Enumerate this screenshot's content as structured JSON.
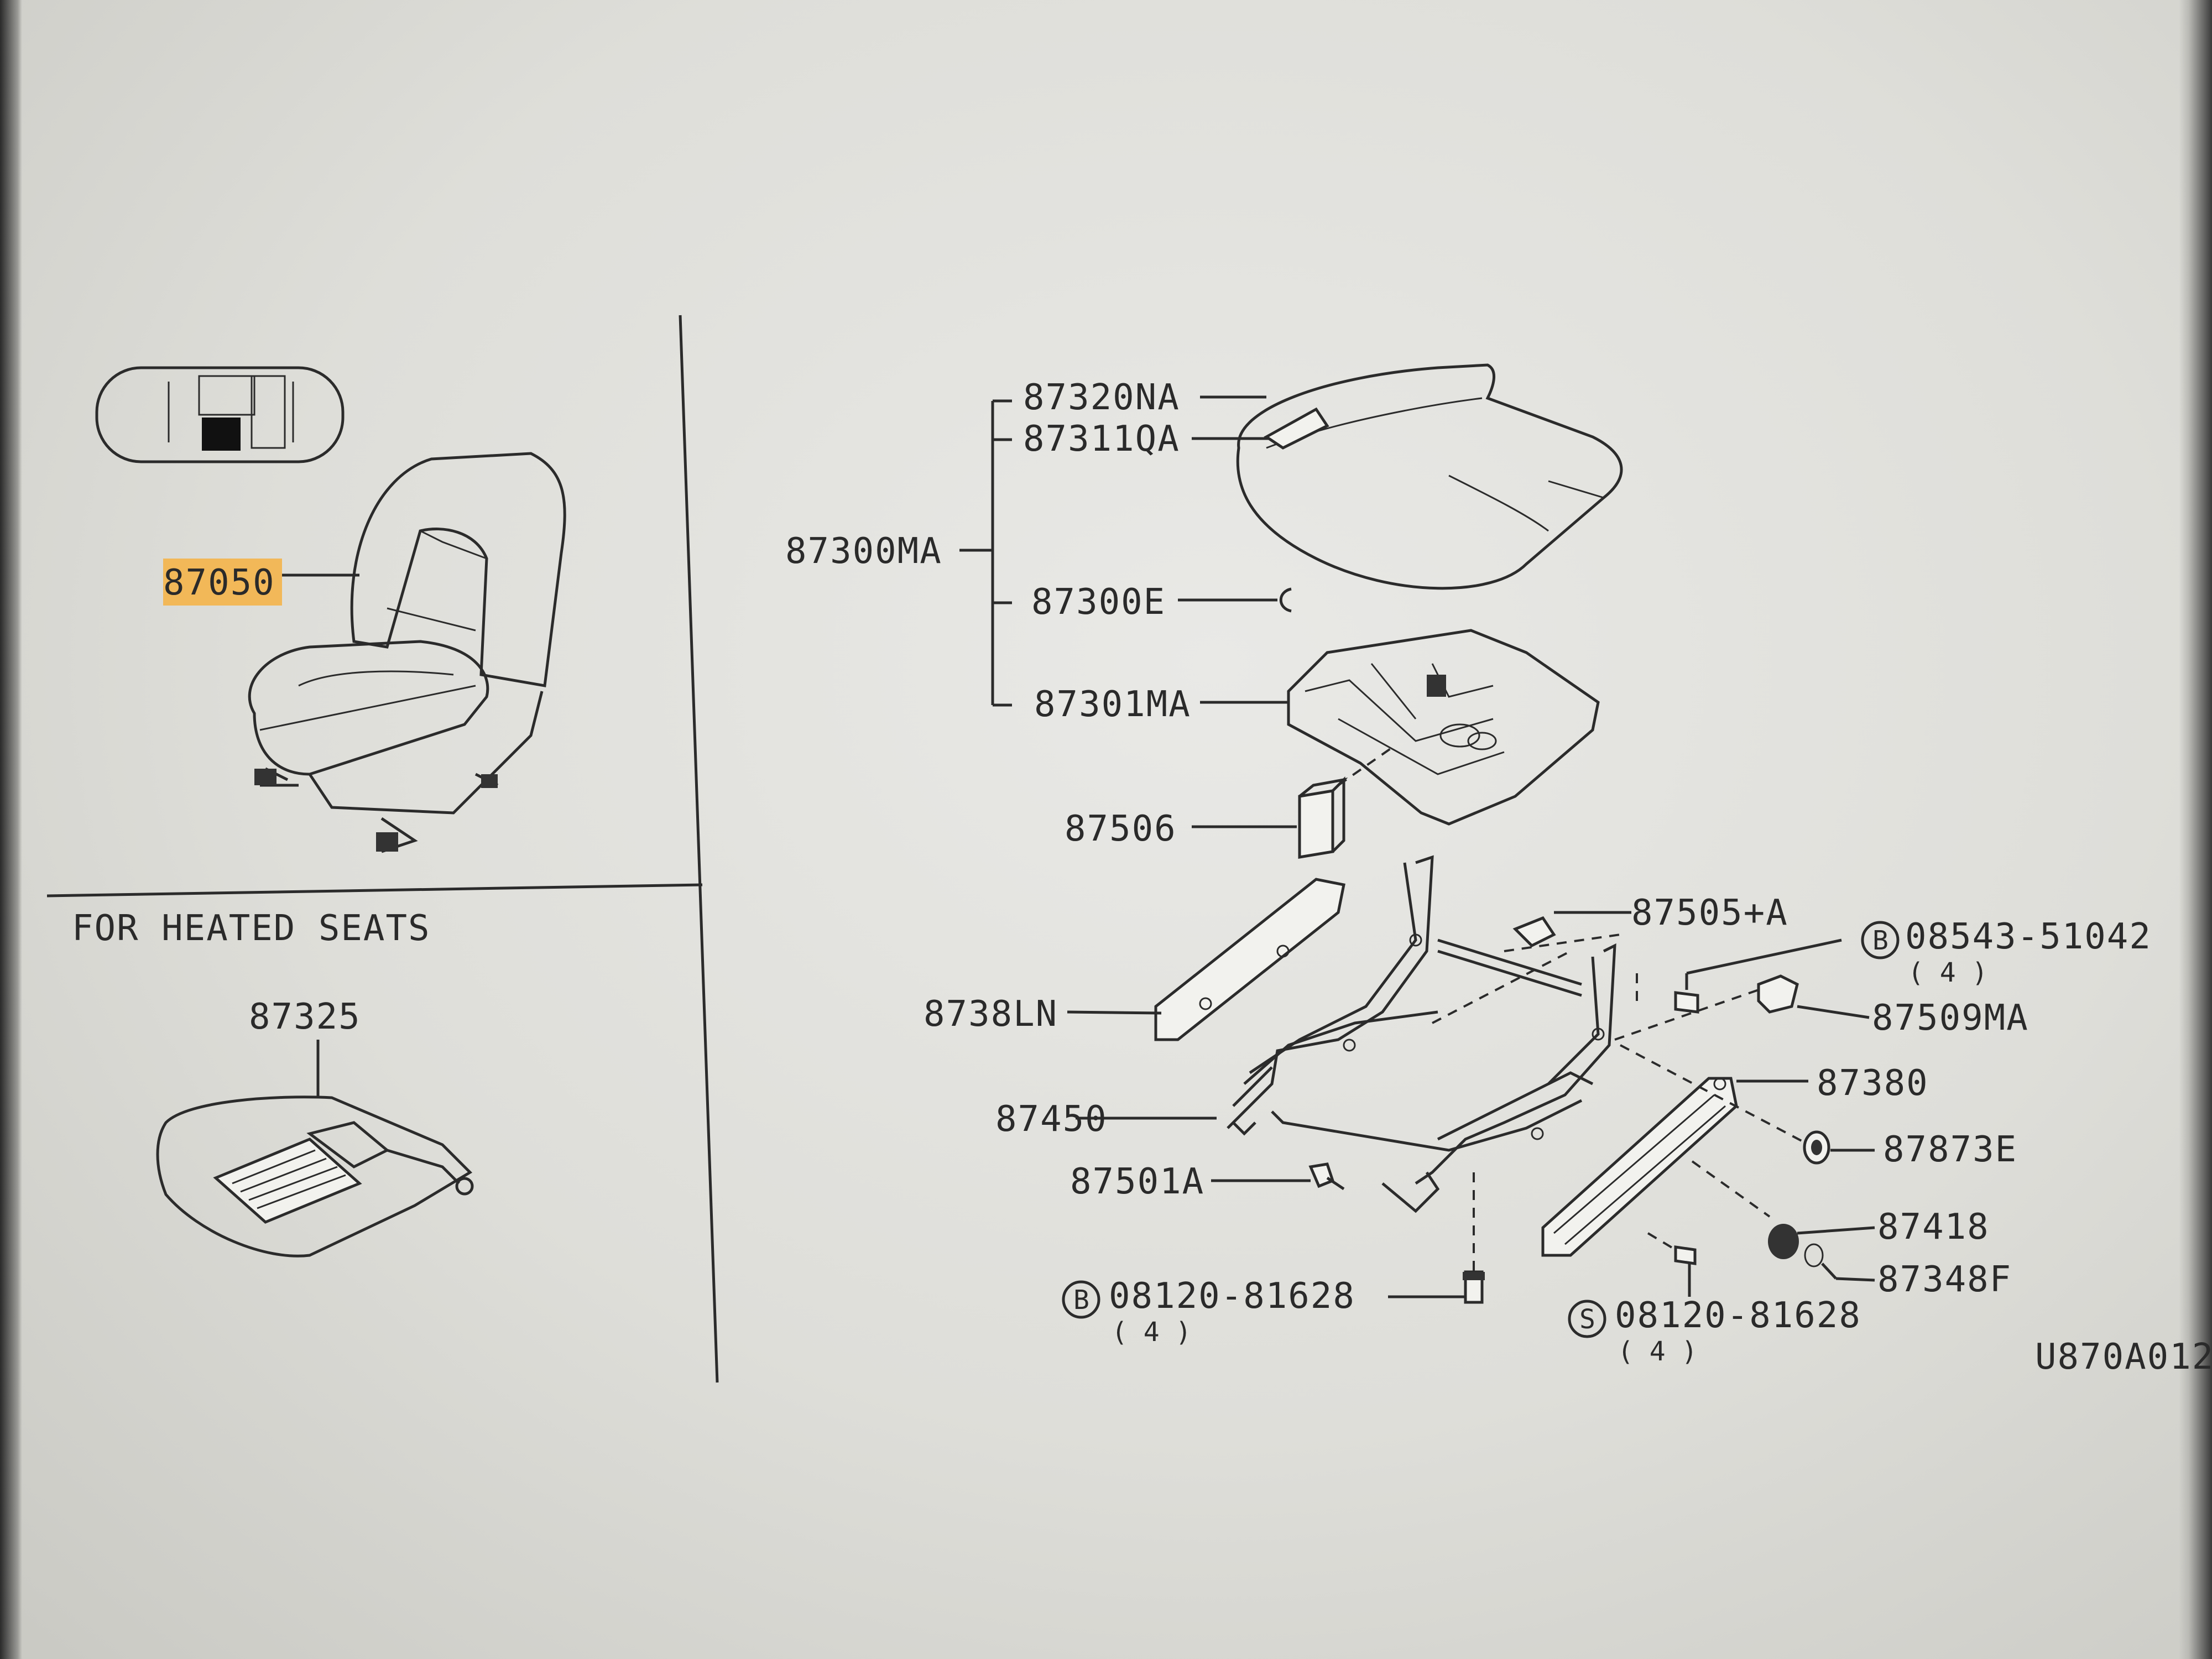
{
  "highlight_color": "#f4b44a",
  "left_panel": {
    "main_part": "87050",
    "heated_title": "FOR HEATED SEATS",
    "heated_part": "87325"
  },
  "cushion_group": {
    "assembly": "87300MA",
    "cover": "87320NA",
    "trim": "87311QA",
    "clip": "87300E",
    "pad": "87301MA"
  },
  "parts": {
    "p87506": "87506",
    "p87505A": "87505+A",
    "bolt_b_top": "08543-51042",
    "bolt_b_top_qty": "( 4 )",
    "p87509MA": "87509MA",
    "p8738LN": "8738LN",
    "p87380": "87380",
    "p87450": "87450",
    "p87873E": "87873E",
    "p87501A": "87501A",
    "p87418": "87418",
    "p87348F": "87348F",
    "bolt_b_bottom": "08120-81628",
    "bolt_b_bottom_qty": "( 4 )",
    "bolt_s_bottom": "08120-81628",
    "bolt_s_bottom_qty": "( 4 )",
    "marker_b": "B",
    "marker_s": "S"
  },
  "diagram_code": "U870A012"
}
